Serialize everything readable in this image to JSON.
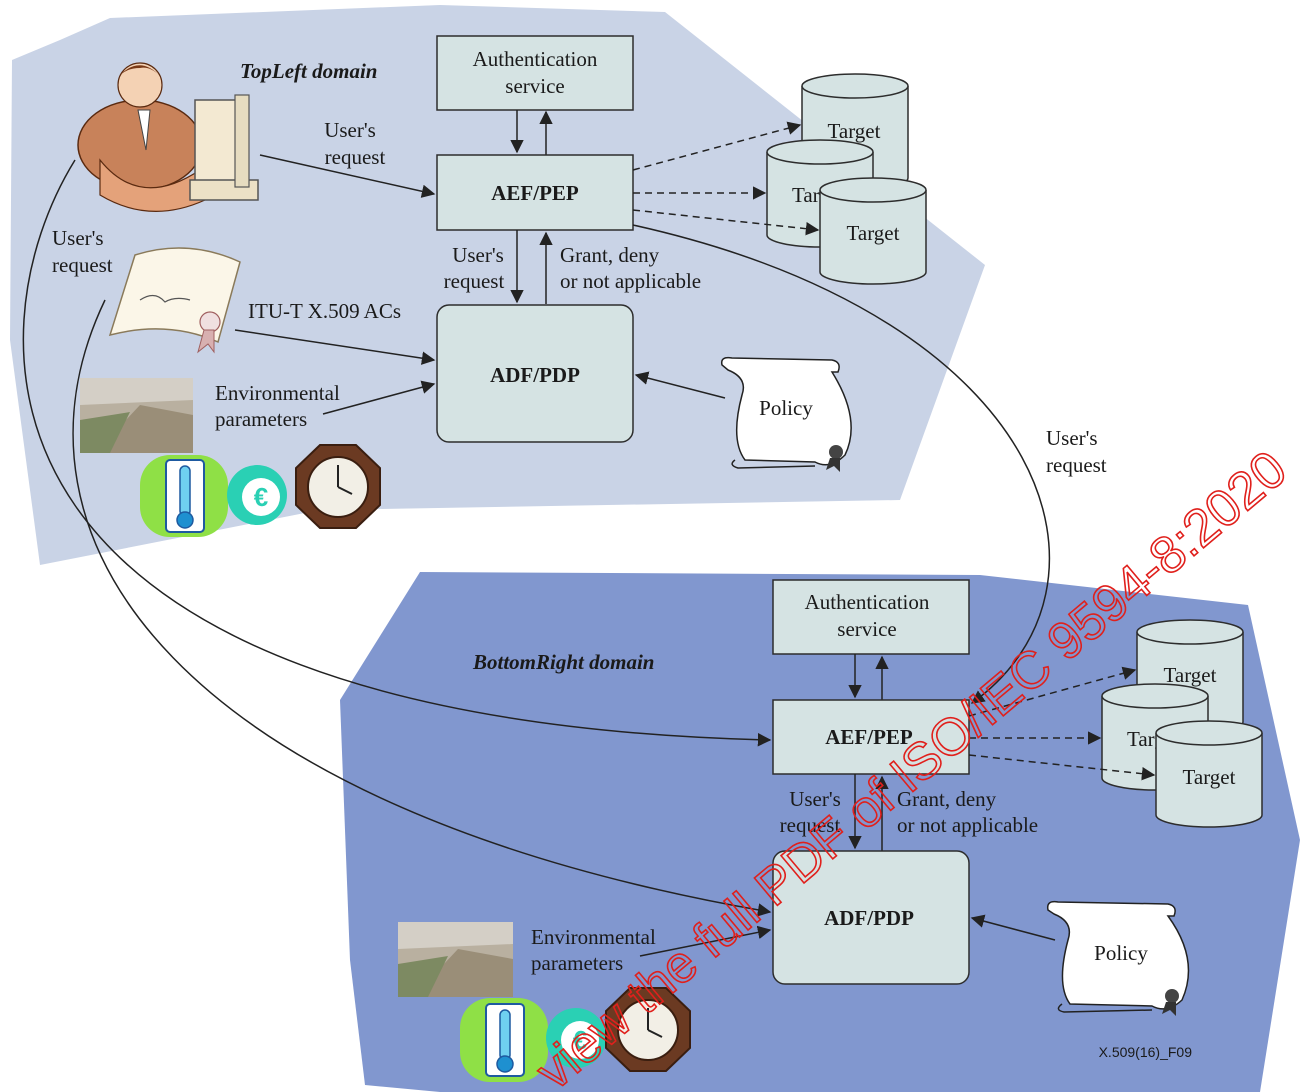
{
  "top_domain": {
    "title": "TopLeft domain",
    "auth_service": [
      "Authentication",
      "service"
    ],
    "aef_pep": "AEF/PEP",
    "adf_pdp": "ADF/PDP",
    "users_request_to_aef": [
      "User's",
      "request"
    ],
    "users_request_to_adf": [
      "User's",
      "request"
    ],
    "grant_deny": [
      "Grant, deny",
      "or not applicable"
    ],
    "acs": "ITU-T X.509 ACs",
    "env_params": [
      "Environmental",
      "parameters"
    ],
    "policy": "Policy",
    "targets": [
      "Target",
      "Target",
      "Target"
    ],
    "fill_color": "#c9d3e6"
  },
  "bottom_domain": {
    "title": "BottomRight domain",
    "auth_service": [
      "Authentication",
      "service"
    ],
    "aef_pep": "AEF/PEP",
    "adf_pdp": "ADF/PDP",
    "users_request_to_adf": [
      "User's",
      "request"
    ],
    "grant_deny": [
      "Grant, deny",
      "or not applicable"
    ],
    "env_params": [
      "Environmental",
      "parameters"
    ],
    "policy": "Policy",
    "targets": [
      "Target",
      "Target",
      "Target"
    ],
    "fill_color": "#8197cf"
  },
  "cross_labels": {
    "left_users_request": [
      "User's",
      "request"
    ],
    "right_users_request": [
      "User's",
      "request"
    ]
  },
  "figure_ref": "X.509(16)_F09",
  "watermark": "view the full PDF of ISO/IEC 9594-8:2020",
  "icons": [
    "user-at-computer-icon",
    "certificate-icon",
    "landscape-photo-icon",
    "thermometer-icon",
    "euro-coin-icon",
    "clock-icon",
    "policy-scroll-icon",
    "target-database-icon"
  ]
}
